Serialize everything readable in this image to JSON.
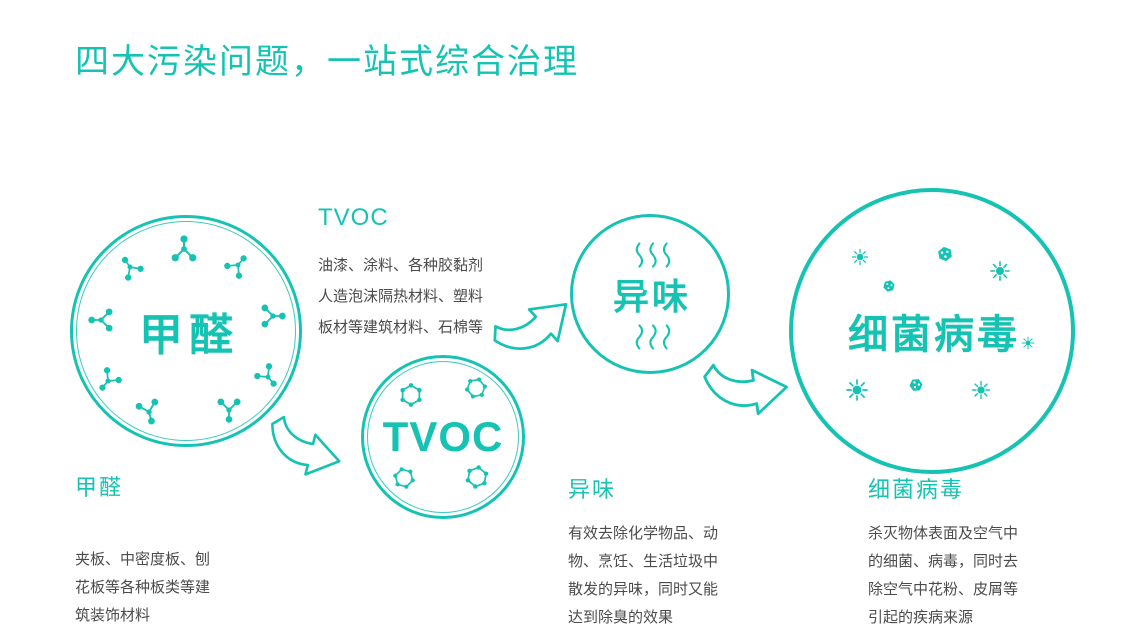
{
  "colors": {
    "accent": "#16c3b2",
    "body-text": "#4b4b4b"
  },
  "title": "四大污染问题，一站式综合治理",
  "circles": {
    "formaldehyde": {
      "label": "甲醛"
    },
    "tvoc": {
      "label": "TVOC"
    },
    "odor": {
      "label": "异味"
    },
    "bacteria": {
      "label": "细菌病毒"
    }
  },
  "sections": {
    "tvoc": {
      "heading": "TVOC",
      "description": "油漆、涂料、各种胶黏剂\n人造泡沫隔热材料、塑料\n板材等建筑材料、石棉等"
    },
    "formaldehyde": {
      "heading": "甲醛",
      "description": "夹板、中密度板、刨\n花板等各种板类等建\n筑装饰材料"
    },
    "odor": {
      "heading": "异味",
      "description": "有效去除化学物品、动\n物、烹饪、生活垃圾中\n散发的异味，同时又能\n达到除臭的效果"
    },
    "bacteria": {
      "heading": "细菌病毒",
      "description": "杀灭物体表面及空气中\n的细菌、病毒，同时去\n除空气中花粉、皮屑等\n引起的疾病来源"
    }
  },
  "icons": {
    "molecule-icon": "svg-dot-cluster",
    "benzene-ring-icon": "svg-hexagon-ring",
    "odor-waves-icon": "svg-wavy-lines",
    "virus-icon": "svg-spiked-circle",
    "hex-virus-icon": "svg-hexagon-with-dots",
    "curved-arrow-icon": "svg-curved-outline-arrow"
  }
}
